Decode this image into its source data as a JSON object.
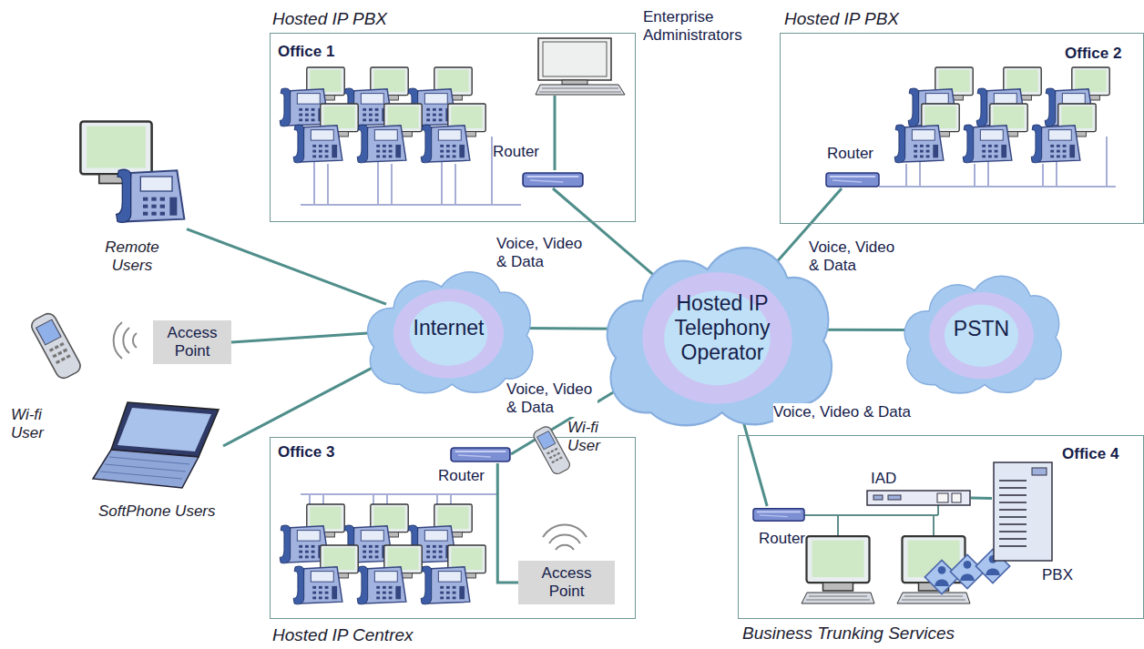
{
  "diagram": {
    "nodes": [
      {
        "text": [
          "Hosted IP PBX",
          "Office 1"
        ]
      },
      {
        "text": [
          "Enterprise Administrators"
        ],
        "in": 0
      },
      {
        "text": [
          "Router"
        ],
        "in": 0
      },
      {
        "text": [
          "Hosted IP PBX",
          "Office 2"
        ]
      },
      {
        "text": [
          "Router"
        ],
        "in": 3
      },
      {
        "text": [
          "Remote Users"
        ]
      },
      {
        "text": [
          "Access Point"
        ]
      },
      {
        "text": [
          "Wi-fi User"
        ]
      },
      {
        "text": [
          "SoftPhone Users"
        ]
      },
      {
        "text": [
          "Internet"
        ]
      },
      {
        "text": [
          "Hosted IP Telephony Operator"
        ]
      },
      {
        "text": [
          "PSTN"
        ]
      },
      {
        "text": [
          "Office 3",
          "Hosted IP Centrex"
        ]
      },
      {
        "text": [
          "Router"
        ],
        "in": 12
      },
      {
        "text": [
          "Wi-fi User"
        ],
        "in": 12
      },
      {
        "text": [
          "Access Point"
        ],
        "in": 12
      },
      {
        "text": [
          "Office 4",
          "Business Trunking Services"
        ]
      },
      {
        "text": [
          "Router"
        ],
        "in": 16
      },
      {
        "text": [
          "IAD"
        ],
        "in": 16
      },
      {
        "text": [
          "PBX"
        ],
        "in": 16
      }
    ],
    "edges": [
      {
        "from": 5,
        "to": 9,
        "arrow": "none"
      },
      {
        "from": 6,
        "to": 9,
        "arrow": "none"
      },
      {
        "from": 8,
        "to": 9,
        "arrow": "none"
      },
      {
        "from": 9,
        "to": 10,
        "arrow": "none"
      },
      {
        "from": 10,
        "to": 11,
        "arrow": "none"
      },
      {
        "from": 2,
        "to": 10,
        "label": "Voice, Video & Data",
        "arrow": "none"
      },
      {
        "from": 4,
        "to": 10,
        "label": "Voice, Video & Data",
        "arrow": "none"
      },
      {
        "from": 13,
        "to": 10,
        "label": "Voice, Video & Data",
        "arrow": "none"
      },
      {
        "from": 17,
        "to": 10,
        "label": "Voice, Video & Data",
        "arrow": "none"
      },
      {
        "from": 1,
        "to": 2,
        "arrow": "none"
      },
      {
        "from": 15,
        "to": 13,
        "arrow": "none"
      },
      {
        "from": 18,
        "to": 19,
        "arrow": "none"
      }
    ]
  }
}
